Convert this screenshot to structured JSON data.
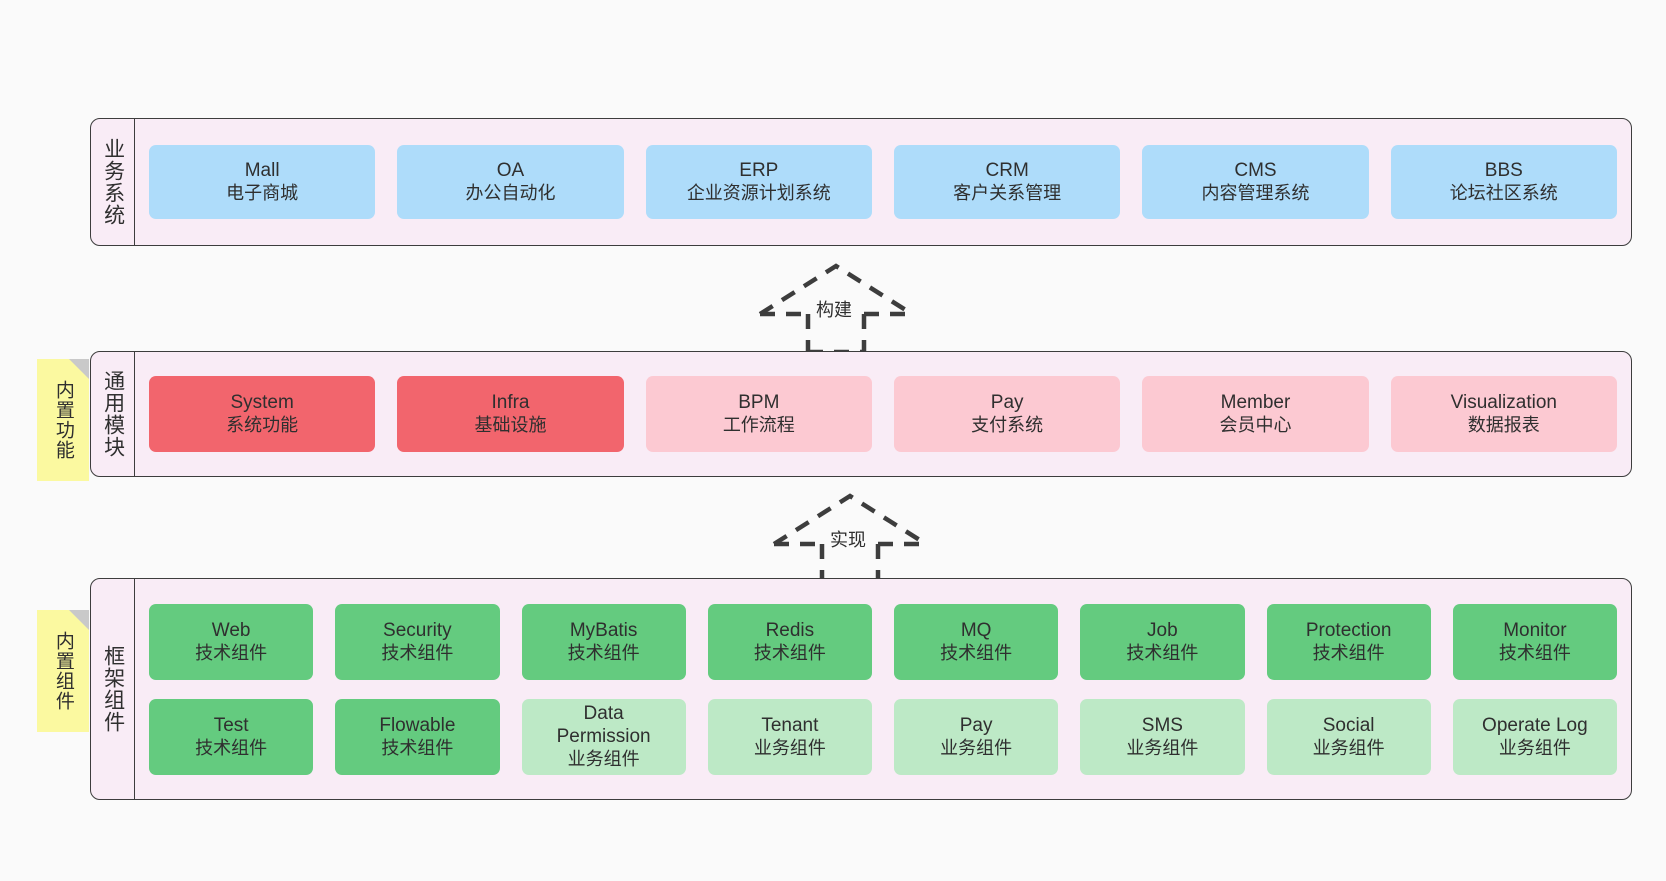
{
  "diagram": {
    "background": "#fafafa",
    "panel_fill": "#f9ecf6",
    "panel_stroke": "#3d3d3d",
    "note_fill": "#fbf9a0"
  },
  "layers": [
    {
      "id": "business-system",
      "title": "业务系统",
      "note": null,
      "rows": [
        {
          "cards": [
            {
              "name": "Mall",
              "sub": "电子商城",
              "color": "#aedcfa",
              "style": "blue"
            },
            {
              "name": "OA",
              "sub": "办公自动化",
              "color": "#aedcfa",
              "style": "blue"
            },
            {
              "name": "ERP",
              "sub": "企业资源计划系统",
              "color": "#aedcfa",
              "style": "blue"
            },
            {
              "name": "CRM",
              "sub": "客户关系管理",
              "color": "#aedcfa",
              "style": "blue"
            },
            {
              "name": "CMS",
              "sub": "内容管理系统",
              "color": "#aedcfa",
              "style": "blue"
            },
            {
              "name": "BBS",
              "sub": "论坛社区系统",
              "color": "#aedcfa",
              "style": "blue"
            }
          ]
        }
      ]
    },
    {
      "id": "common-module",
      "title": "通用模块",
      "note": "内置功能",
      "rows": [
        {
          "cards": [
            {
              "name": "System",
              "sub": "系统功能",
              "color": "#f2656d",
              "style": "red"
            },
            {
              "name": "Infra",
              "sub": "基础设施",
              "color": "#f2656d",
              "style": "red"
            },
            {
              "name": "BPM",
              "sub": "工作流程",
              "color": "#fcc9d2",
              "style": "pink"
            },
            {
              "name": "Pay",
              "sub": "支付系统",
              "color": "#fcc9d2",
              "style": "pink"
            },
            {
              "name": "Member",
              "sub": "会员中心",
              "color": "#fcc9d2",
              "style": "pink"
            },
            {
              "name": "Visualization",
              "sub": "数据报表",
              "color": "#fcc9d2",
              "style": "pink"
            }
          ]
        }
      ]
    },
    {
      "id": "framework-component",
      "title": "框架组件",
      "note": "内置组件",
      "rows": [
        {
          "cards": [
            {
              "name": "Web",
              "sub": "技术组件",
              "color": "#64cb7f",
              "style": "green"
            },
            {
              "name": "Security",
              "sub": "技术组件",
              "color": "#64cb7f",
              "style": "green"
            },
            {
              "name": "MyBatis",
              "sub": "技术组件",
              "color": "#64cb7f",
              "style": "green"
            },
            {
              "name": "Redis",
              "sub": "技术组件",
              "color": "#64cb7f",
              "style": "green"
            },
            {
              "name": "MQ",
              "sub": "技术组件",
              "color": "#64cb7f",
              "style": "green"
            },
            {
              "name": "Job",
              "sub": "技术组件",
              "color": "#64cb7f",
              "style": "green"
            },
            {
              "name": "Protection",
              "sub": "技术组件",
              "color": "#64cb7f",
              "style": "green"
            },
            {
              "name": "Monitor",
              "sub": "技术组件",
              "color": "#64cb7f",
              "style": "green"
            }
          ]
        },
        {
          "cards": [
            {
              "name": "Test",
              "sub": "技术组件",
              "color": "#64cb7f",
              "style": "green"
            },
            {
              "name": "Flowable",
              "sub": "技术组件",
              "color": "#64cb7f",
              "style": "green"
            },
            {
              "name": "Data Permission",
              "sub": "业务组件",
              "color": "#bde9c6",
              "style": "mint"
            },
            {
              "name": "Tenant",
              "sub": "业务组件",
              "color": "#bde9c6",
              "style": "mint"
            },
            {
              "name": "Pay",
              "sub": "业务组件",
              "color": "#bde9c6",
              "style": "mint"
            },
            {
              "name": "SMS",
              "sub": "业务组件",
              "color": "#bde9c6",
              "style": "mint"
            },
            {
              "name": "Social",
              "sub": "业务组件",
              "color": "#bde9c6",
              "style": "mint"
            },
            {
              "name": "Operate Log",
              "sub": "业务组件",
              "color": "#bde9c6",
              "style": "mint"
            }
          ]
        }
      ]
    }
  ],
  "connectors": [
    {
      "id": "build",
      "label": "构建",
      "style": "dashed-hollow-arrow-up"
    },
    {
      "id": "implement",
      "label": "实现",
      "style": "dashed-hollow-arrow-up"
    }
  ]
}
